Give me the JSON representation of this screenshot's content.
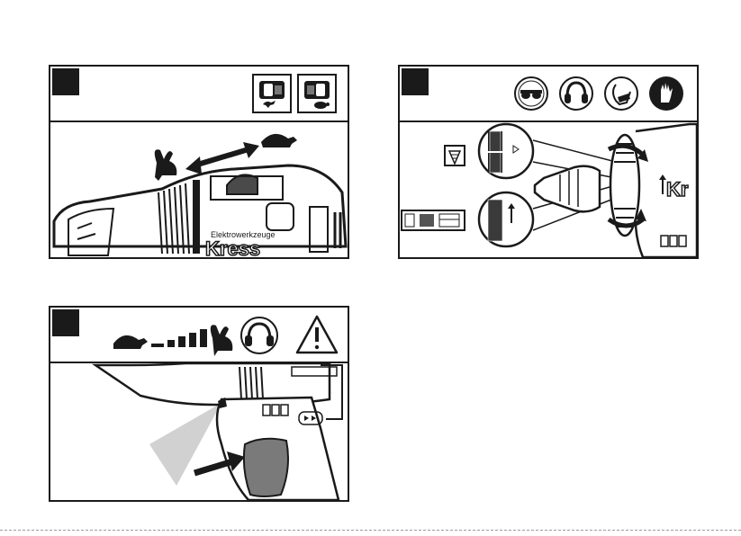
{
  "panels": [
    {
      "id": "panel-1",
      "header_icons": [
        "gear-shift-fast-icon",
        "gear-shift-slow-icon"
      ],
      "tool_brand": "Kress",
      "tool_subtitle": "Elektrowerkzeuge",
      "speed_icons": [
        "rabbit-icon",
        "double-arrow-icon",
        "turtle-icon"
      ]
    },
    {
      "id": "panel-2",
      "header_icons": [
        "safety-goggles-icon",
        "ear-protection-icon",
        "dust-mask-icon",
        "gloves-icon"
      ],
      "tool_brand": "Kr",
      "detail_icons": [
        "screw-icon",
        "drill-materials-icon"
      ]
    },
    {
      "id": "panel-3",
      "header_icons": [
        "turtle-icon",
        "speed-ramp-icon",
        "rabbit-icon",
        "ear-protection-icon",
        "warning-icon"
      ],
      "trigger_hint": "press-arrow-icon"
    }
  ],
  "colors": {
    "ink": "#1a1a1a",
    "trigger_grey": "#7a7a7a",
    "light_beam": "#bdbdbd"
  }
}
